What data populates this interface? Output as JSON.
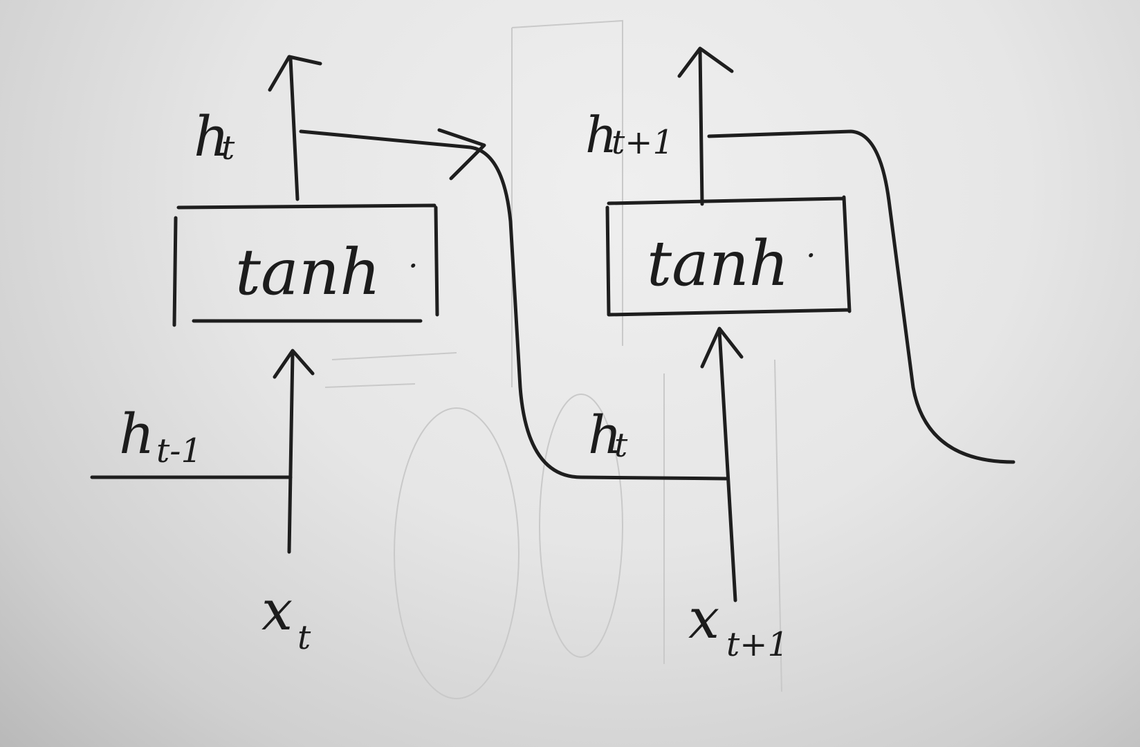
{
  "cells": [
    {
      "box_label": "tanh",
      "box_dot": "·",
      "output_label": "h",
      "output_sub": "t",
      "hidden_in_label": "h",
      "hidden_in_sub": "t-1",
      "input_label": "x",
      "input_sub": "t"
    },
    {
      "box_label": "tanh",
      "box_dot": "·",
      "output_label": "h",
      "output_sub": "t+1",
      "hidden_in_label": "h",
      "hidden_in_sub": "t",
      "input_label": "x",
      "input_sub": "t+1"
    }
  ],
  "colors": {
    "ink": "#1e1e1e",
    "paper": "#e6e6e6"
  }
}
